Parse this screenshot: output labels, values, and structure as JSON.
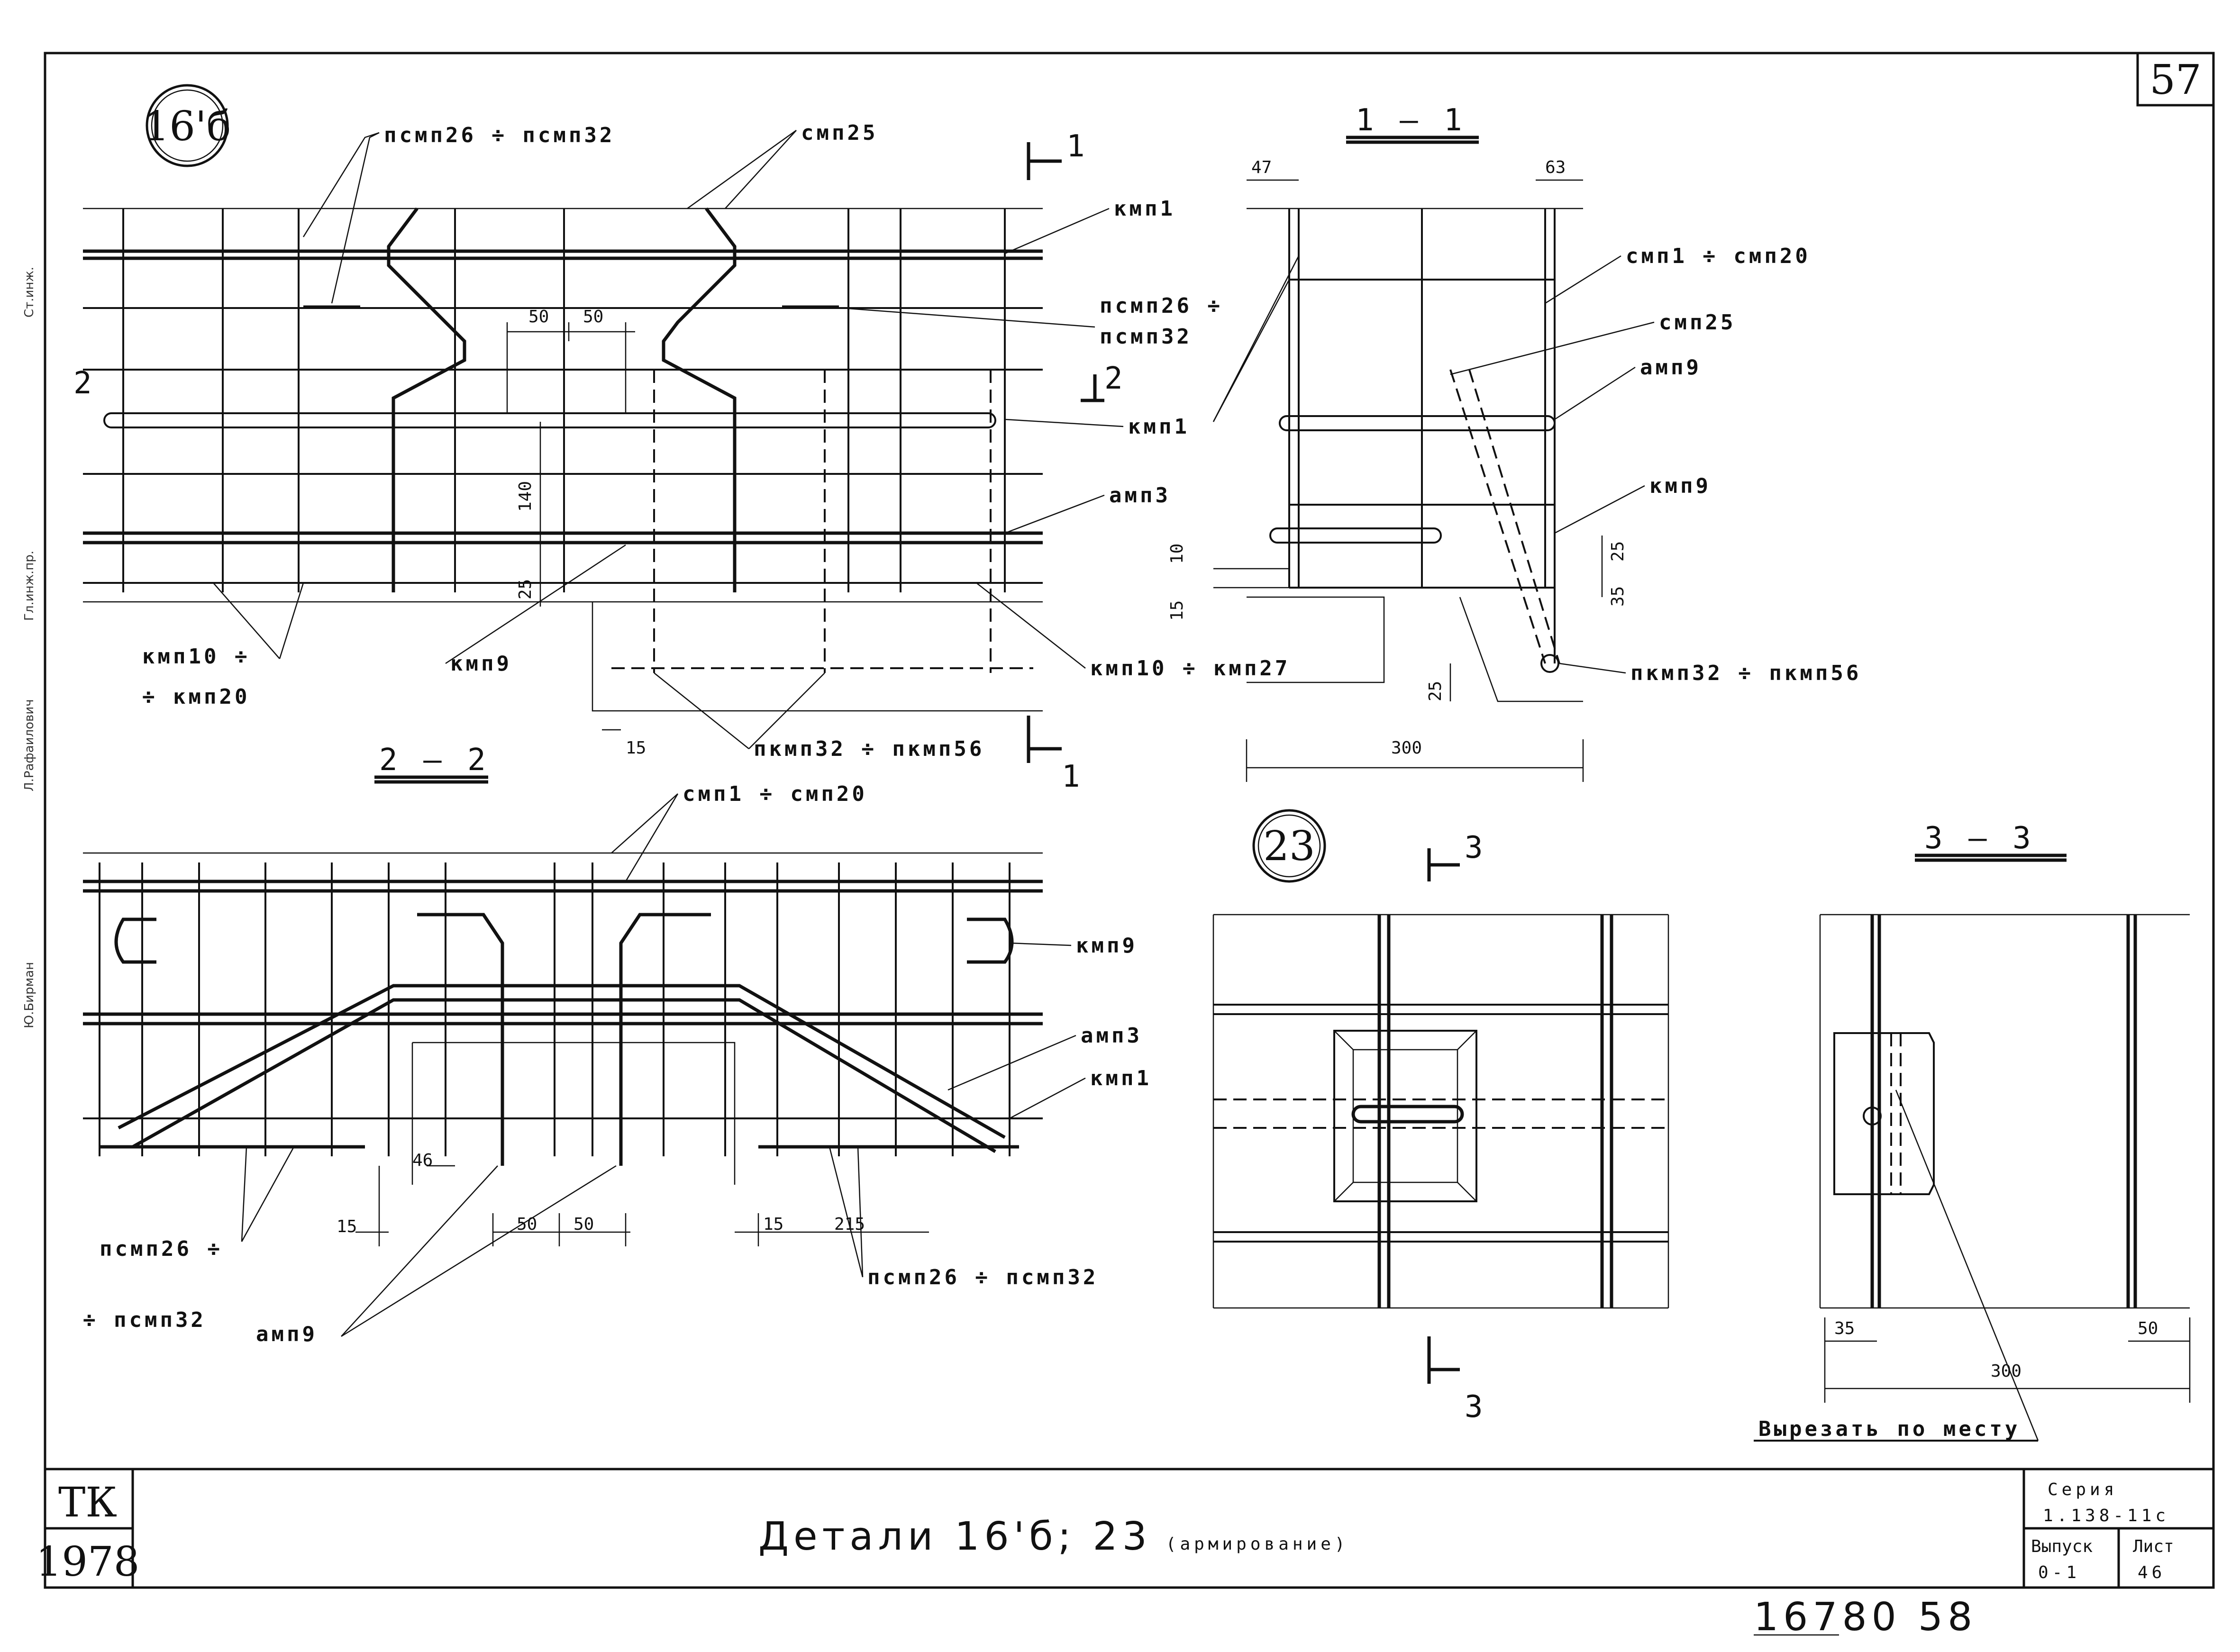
{
  "sheet_number": "57",
  "stamp": {
    "org": "ТК",
    "year": "1978",
    "title_main": "Детали 16'б; 23",
    "title_sub": "(армирование)",
    "series_label": "Серия",
    "series_value": "1.138-11с",
    "issue_label": "Выпуск",
    "issue_value": "0-1",
    "sheet_label": "Лист",
    "sheet_value": "46"
  },
  "archive_number": "16780   58",
  "side_notes": [
    "Ю.Бирман",
    "Л.Рафаилович",
    "Гл.инж.пр.",
    "Ст.инж."
  ],
  "detail_markers": [
    "16'б",
    "23"
  ],
  "section_titles": [
    "1 — 1",
    "2 — 2",
    "3 — 3"
  ],
  "cut_marks": [
    "1",
    "1",
    "2",
    "2",
    "3",
    "3"
  ],
  "view_16b": {
    "labels": [
      "псмп26 ÷ псмп32",
      "смп25",
      "кмп1",
      "псмп26 ÷",
      "псмп32",
      "кмп1",
      "амп3",
      "кмп9",
      "кмп10 ÷",
      "÷ кмп20",
      "кмп10 ÷ кмп27",
      "пкмп32 ÷ пкмп56"
    ],
    "dims": [
      "50",
      "50",
      "140",
      "25",
      "15"
    ]
  },
  "section_1_1": {
    "labels": [
      "смп1 ÷ смп20",
      "смп25",
      "амп9",
      "кмп9",
      "пкмп32 ÷ пкмп56"
    ],
    "dims": [
      "47",
      "63",
      "10",
      "15",
      "25",
      "35",
      "25",
      "300"
    ]
  },
  "section_2_2": {
    "labels": [
      "смп1 ÷ смп20",
      "кмп9",
      "амп3",
      "кмп1",
      "псмп26 ÷",
      "÷ псмп32",
      "амп9",
      "псмп26 ÷ псмп32"
    ],
    "dims": [
      "46",
      "15",
      "50",
      "50",
      "15",
      "215"
    ]
  },
  "section_3_3": {
    "dims": [
      "35",
      "50",
      "300"
    ],
    "note": "Вырезать по месту"
  }
}
